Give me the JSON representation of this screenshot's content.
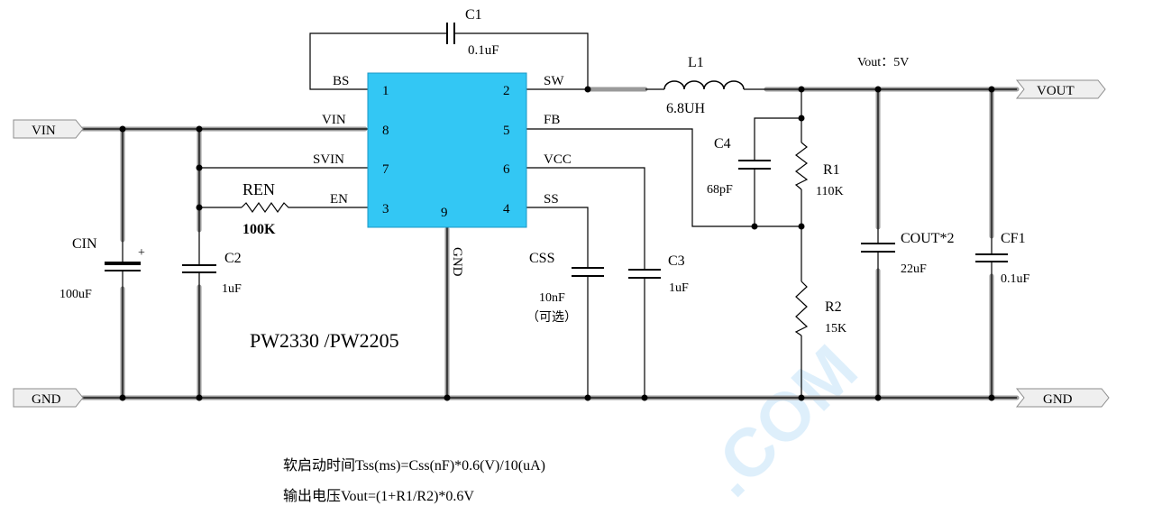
{
  "chip": {
    "part_numbers": "PW2330 /PW2205",
    "fill_color": "#33c7f4"
  },
  "pins": {
    "bs_name": "BS",
    "bs_num": "1",
    "vin_name": "VIN",
    "vin_num": "8",
    "svin_name": "SVIN",
    "svin_num": "7",
    "en_name": "EN",
    "en_num": "3",
    "gnd_num": "9",
    "gnd_name": "GND",
    "sw_name": "SW",
    "sw_num": "2",
    "fb_name": "FB",
    "fb_num": "5",
    "vcc_name": "VCC",
    "vcc_num": "6",
    "ss_name": "SS",
    "ss_num": "4"
  },
  "ports": {
    "vin": "VIN",
    "vout": "VOUT",
    "gnd_left": "GND",
    "gnd_right": "GND"
  },
  "components": {
    "c1": {
      "name": "C1",
      "value": "0.1uF"
    },
    "l1": {
      "name": "L1",
      "value": "6.8UH"
    },
    "vout_label": "Vout：5V",
    "c4": {
      "name": "C4",
      "value": "68pF"
    },
    "r1": {
      "name": "R1",
      "value": "110K"
    },
    "r2": {
      "name": "R2",
      "value": "15K"
    },
    "cout": {
      "name": "COUT*2",
      "value": "22uF"
    },
    "cf1": {
      "name": "CF1",
      "value": "0.1uF"
    },
    "ren": {
      "name": "REN",
      "value": "100K"
    },
    "cin": {
      "name": "CIN",
      "value": "100uF",
      "polarity": "+"
    },
    "c2": {
      "name": "C2",
      "value": "1uF"
    },
    "css": {
      "name": "CSS",
      "value": "10nF",
      "note": "（可选）"
    },
    "c3": {
      "name": "C3",
      "value": "1uF"
    }
  },
  "notes": {
    "softstart": "软启动时间Tss(ms)=Css(nF)*0.6(V)/10(uA)",
    "vout_formula": "输出电压Vout=(1+R1/R2)*0.6V"
  },
  "watermark": ".COM"
}
